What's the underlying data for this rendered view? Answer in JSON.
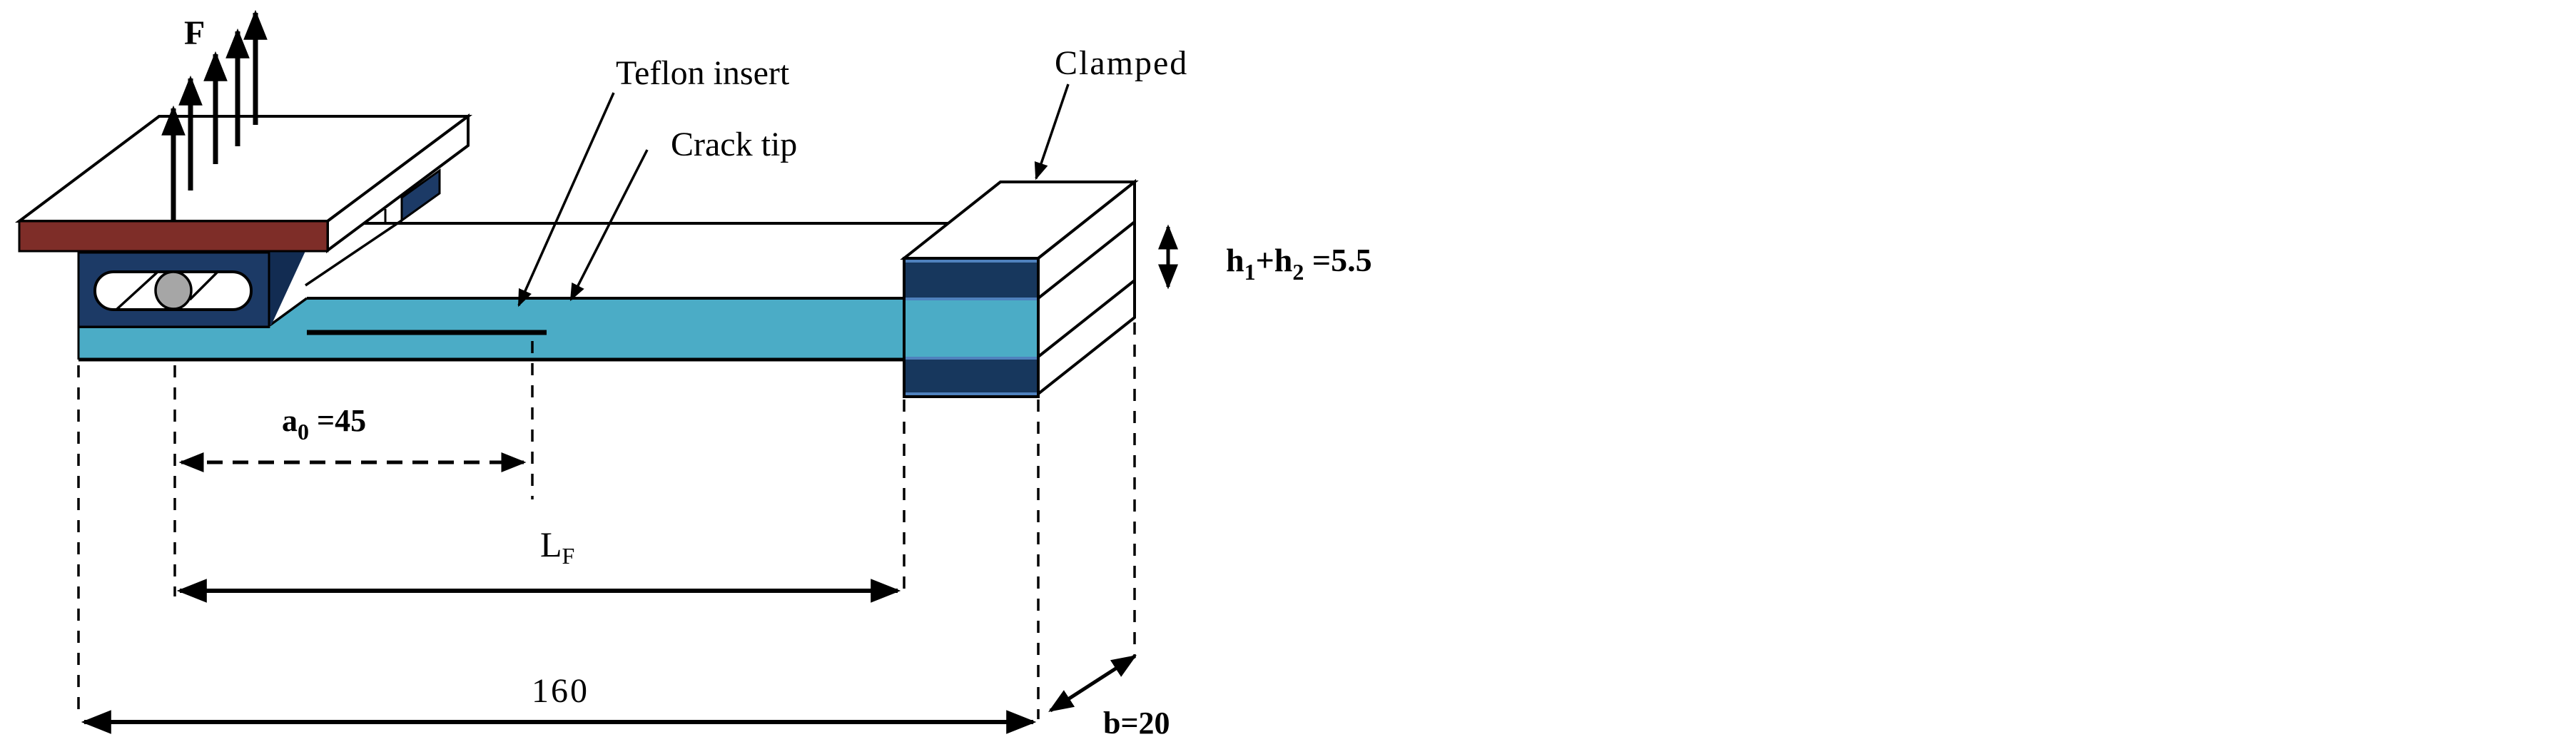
{
  "figure": {
    "description": "3D schematic of a clamped fracture specimen with hinged load block",
    "labels": {
      "force": "F",
      "teflon_insert": "Teflon insert",
      "crack_tip": "Crack tip",
      "clamped": "Clamped"
    },
    "dimensions": {
      "thickness": {
        "pre": "h",
        "sub1": "1",
        "mid": "+h",
        "sub2": "2",
        "post": " =5.5"
      },
      "initial_crack": {
        "pre": "a",
        "sub": "0",
        "post": " =45"
      },
      "load_length": {
        "pre": "L",
        "sub": "F"
      },
      "total_length": "160",
      "width": "b=20"
    },
    "colors": {
      "beam_cyan": "#4BACC6",
      "adherend_navy": "#17375D",
      "block_navy": "#1C3A66",
      "side_navy": "#122C52",
      "tab_maroon": "#7E2D28",
      "roller_gray": "#A6A6A6",
      "strip_edge": "#4F81BD",
      "ink": "#000000"
    }
  }
}
